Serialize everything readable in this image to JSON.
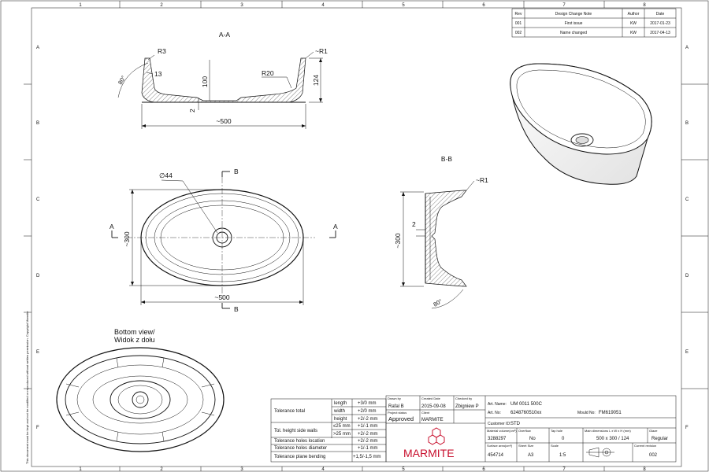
{
  "grid": {
    "cols": [
      "1",
      "2",
      "3",
      "4",
      "5",
      "6",
      "7",
      "8"
    ],
    "rows": [
      "A",
      "B",
      "C",
      "D",
      "E",
      "F"
    ]
  },
  "revision_table": {
    "headers": [
      "Rev",
      "Design Change Note",
      "Author",
      "Date"
    ],
    "rows": [
      [
        "001",
        "First issue",
        "KW",
        "2017-01-23"
      ],
      [
        "002",
        "Name changed",
        "KW",
        "2017-04-13"
      ]
    ]
  },
  "section_aa": {
    "title": "A-A",
    "r3": "R3",
    "r1": "~R1",
    "r20": "R20",
    "angle": "80°",
    "d13": "13",
    "d100": "100",
    "d124": "124",
    "d2": "2",
    "width": "~500"
  },
  "top_view": {
    "diameter": "∅44",
    "cut_a": "A",
    "cut_b": "B",
    "height": "~300",
    "width": "~500"
  },
  "section_bb": {
    "title": "B-B",
    "r1": "~R1",
    "d2": "2",
    "height": "~300",
    "angle": "80°"
  },
  "bottom_view": {
    "title_line1": "Bottom view/",
    "title_line2": "Widok z dołu"
  },
  "side_note": "This document must be kept and not be modified or reproduced without written permission. Copyright Marmite",
  "tolerance_table": {
    "total_label": "Tolerance total",
    "length_label": "length",
    "length_val": "+3/0 mm",
    "width_label": "width",
    "width_val": "+2/0 mm",
    "height_label": "height",
    "height_val": "+2/-2 mm",
    "walls_label": "Tol. height side walls",
    "walls_a_label": "≤25 mm",
    "walls_a_val": "+1/-1 mm",
    "walls_b_label": ">25 mm",
    "walls_b_val": "+2/-2 mm",
    "holes_loc_label": "Tolerance holes location",
    "holes_loc_val": "+2/-2 mm",
    "holes_dia_label": "Tolerance holes diameter",
    "holes_dia_val": "+1/-1 mm",
    "plane_label": "Tolerance plane bending",
    "plane_val": "+1,5/-1,5 mm"
  },
  "title_block": {
    "drawn_by_label": "Drawn by",
    "drawn_by": "Rafal B",
    "created_label": "Created Date",
    "created": "2015-09-08",
    "checked_label": "Checked by",
    "checked": "Zbigniew P",
    "status_label": "Project status",
    "status": "Approved",
    "client_label": "Client",
    "client": "MARMITE",
    "logo": "MARMITE",
    "art_name_label": "Art. Name:",
    "art_name": "UM 0011 500C",
    "art_no_label": "Art. No:",
    "art_no": "6248760510xx",
    "mould_label": "Mould No:",
    "mould": "FM619051",
    "customer_label": "Customer ID:",
    "customer": "STD",
    "material_label": "Material volume(cm³)",
    "material": "3288297",
    "overflow_label": "Overflow",
    "overflow": "No",
    "taphole_label": "Tap hole",
    "taphole": "0",
    "main_dim_label": "Main dimensions L x W x H (mm)",
    "main_dim": "500 x 300 / 124",
    "glaze_label": "Glaze",
    "glaze": "Regular",
    "surface_label": "Surface area(cm²)",
    "surface": "454714",
    "sheet_label": "Sheet Size",
    "sheet": "A3",
    "scale_label": "Scale",
    "scale": "1:5",
    "revision_label": "Current revision",
    "revision": "002"
  }
}
